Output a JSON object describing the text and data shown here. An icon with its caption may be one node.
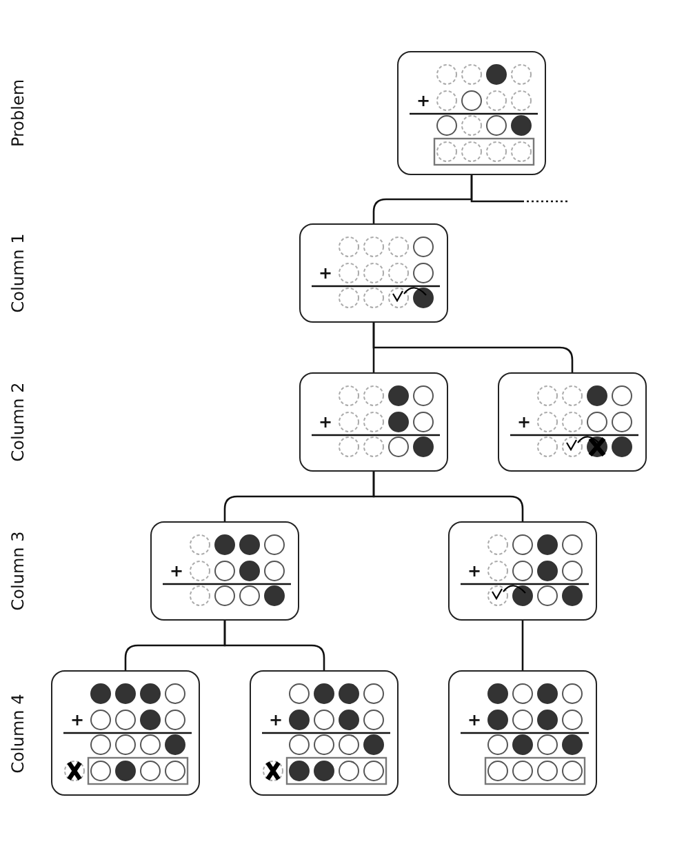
{
  "diagram": {
    "nodes": [
      {
        "text": [
          "+"
        ]
      },
      {
        "text": [
          "+"
        ]
      },
      {
        "text": [
          "+"
        ]
      },
      {
        "text": [
          "+"
        ]
      },
      {
        "text": [
          "+"
        ]
      },
      {
        "text": [
          "+"
        ]
      },
      {
        "text": [
          "+"
        ]
      },
      {
        "text": [
          "+"
        ]
      },
      {
        "text": [
          "+"
        ]
      }
    ],
    "edges": [
      {
        "from": 0,
        "to": 1,
        "arrow": "none"
      },
      {
        "from": 0,
        "to": null,
        "arrow": "none",
        "style": "dashed"
      },
      {
        "from": 1,
        "to": 2,
        "arrow": "none"
      },
      {
        "from": 1,
        "to": 3,
        "arrow": "none"
      },
      {
        "from": 2,
        "to": 4,
        "arrow": "none"
      },
      {
        "from": 2,
        "to": 5,
        "arrow": "none"
      },
      {
        "from": 4,
        "to": 6,
        "arrow": "none"
      },
      {
        "from": 4,
        "to": 7,
        "arrow": "none"
      },
      {
        "from": 5,
        "to": 8,
        "arrow": "none"
      }
    ],
    "labels": [
      "Problem",
      "Column 1",
      "Column 2",
      "Column 3",
      "Column 4"
    ]
  }
}
